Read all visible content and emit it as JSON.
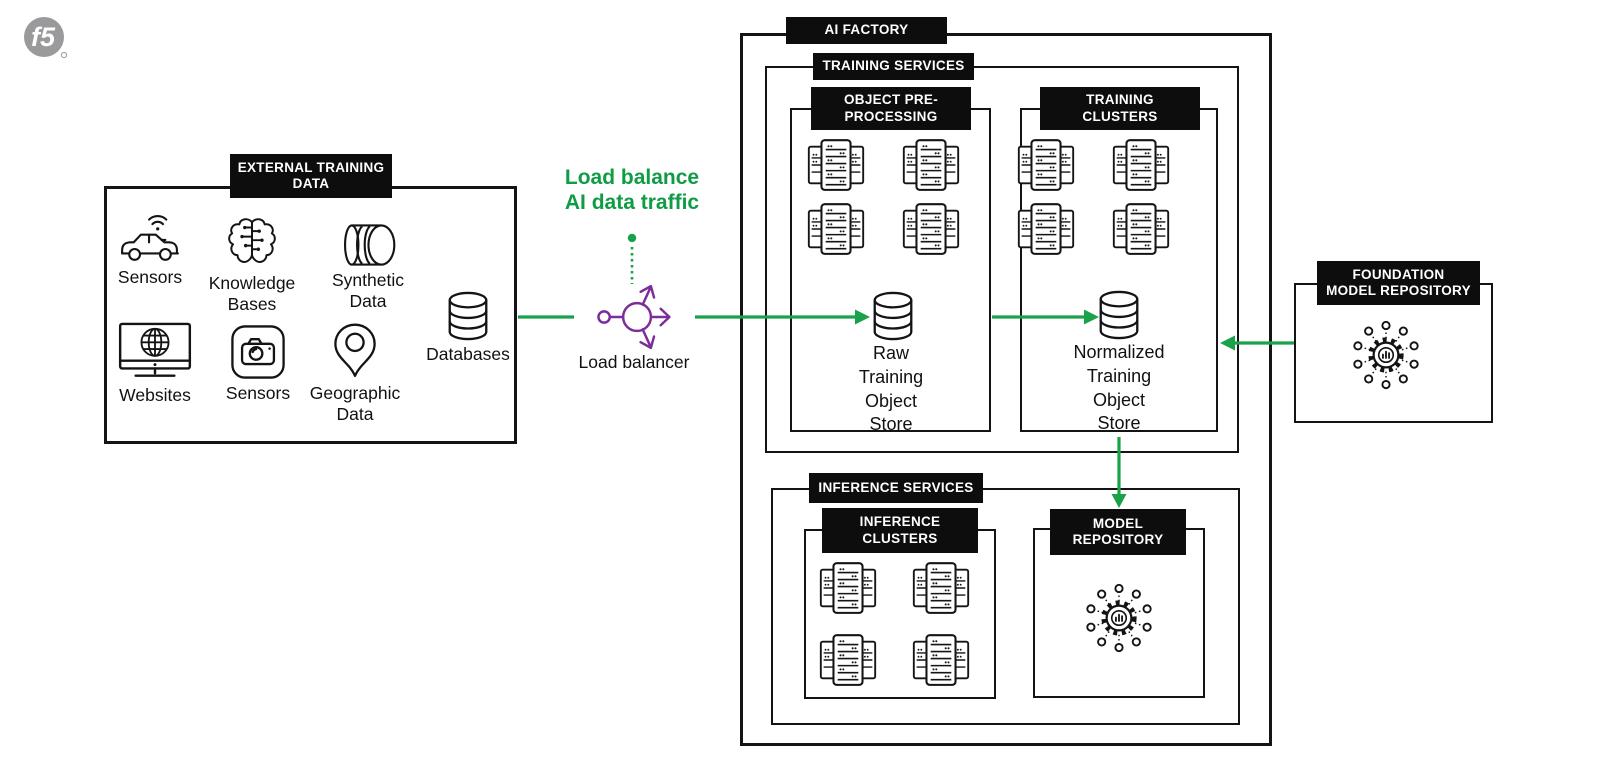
{
  "logo": {
    "text": "f5"
  },
  "colors": {
    "green_text": "#0f9c44",
    "green_line": "#1aa24a",
    "purple": "#7d2d9b",
    "header_bg": "#0d0d0d",
    "header_text": "#ffffff",
    "outline": "#141414"
  },
  "external_box": {
    "title": "EXTERNAL TRAINING\nDATA",
    "items": [
      {
        "icon": "car-wifi-sensor-icon",
        "label": "Sensors"
      },
      {
        "icon": "brain-icon",
        "label": "Knowledge Bases"
      },
      {
        "icon": "stacked-discs-icon",
        "label": "Synthetic Data"
      },
      {
        "icon": "database-icon",
        "label": "Databases"
      },
      {
        "icon": "monitor-globe-icon",
        "label": "Websites"
      },
      {
        "icon": "camera-icon",
        "label": "Sensors"
      },
      {
        "icon": "map-pin-icon",
        "label": "Geographic Data"
      }
    ]
  },
  "load_balancer": {
    "callout_line1": "Load balance",
    "callout_line2": "AI data traffic",
    "label": "Load balancer",
    "icon": "load-balancer-icon"
  },
  "ai_factory": {
    "title": "AI FACTORY",
    "training_services": {
      "title": "TRAINING SERVICES",
      "object_preprocessing": {
        "title": "OBJECT PRE-\nPROCESSING",
        "server_rack_count": 4,
        "store_icon": "database-icon",
        "store_label": "Raw\nTraining\nObject\nStore"
      },
      "training_clusters": {
        "title": "TRAINING\nCLUSTERS",
        "server_rack_count": 4,
        "store_icon": "database-icon",
        "store_label": "Normalized\nTraining\nObject\nStore"
      }
    },
    "inference_services": {
      "title": "INFERENCE SERVICES",
      "inference_clusters": {
        "title": "INFERENCE\nCLUSTERS",
        "server_rack_count": 4
      },
      "model_repository": {
        "title": "MODEL\nREPOSITORY",
        "icon": "model-hub-icon"
      }
    }
  },
  "foundation_model_repository": {
    "title": "FOUNDATION\nMODEL REPOSITORY",
    "icon": "model-hub-icon"
  },
  "connectors": [
    {
      "name": "external-data-to-load-balancer",
      "style": "line"
    },
    {
      "name": "load-balancer-to-raw-training-object-store",
      "style": "arrow-right"
    },
    {
      "name": "raw-store-to-normalized-store",
      "style": "arrow-right"
    },
    {
      "name": "foundation-model-repository-to-training-clusters",
      "style": "arrow-left"
    },
    {
      "name": "normalized-store-to-model-repository",
      "style": "arrow-down"
    },
    {
      "name": "callout-dotted-pointer",
      "style": "dotted-line"
    }
  ]
}
